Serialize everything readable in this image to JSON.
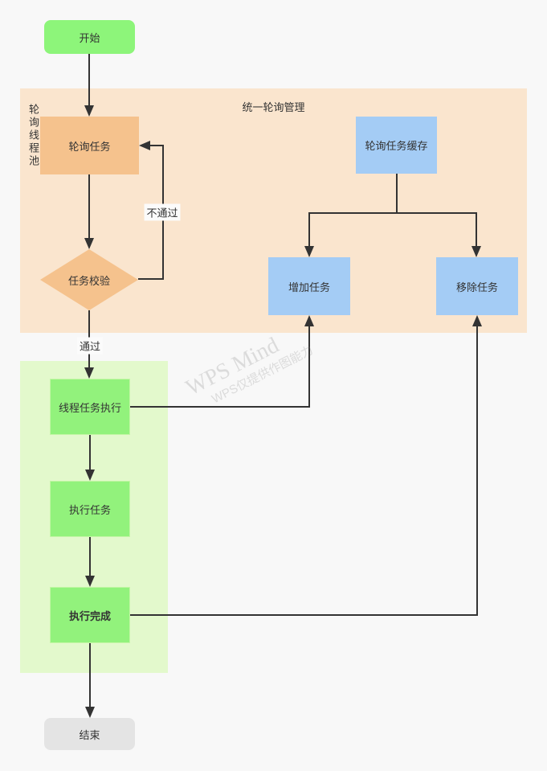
{
  "page": {
    "background": "#f8f8f8"
  },
  "watermark": {
    "line1": "WPS Mind",
    "line2": "WPS仅提供作图能力"
  },
  "containers": {
    "polling_management": {
      "title": "统一轮询管理",
      "color": "#fae5ce"
    },
    "thread_pool": {
      "title": "轮询线程池",
      "color": "#e3f9cc"
    }
  },
  "nodes": {
    "start": {
      "label": "开始",
      "type": "terminal",
      "color": "#8df57a"
    },
    "poll_task": {
      "label": "轮询任务",
      "type": "process",
      "color": "#f5c28d"
    },
    "task_check": {
      "label": "任务校验",
      "type": "decision",
      "color": "#f5c28d"
    },
    "poll_task_cache": {
      "label": "轮询任务缓存",
      "type": "process",
      "color": "#a4ccf5"
    },
    "add_task": {
      "label": "增加任务",
      "type": "process",
      "color": "#a4ccf5"
    },
    "remove_task": {
      "label": "移除任务",
      "type": "process",
      "color": "#a4ccf5"
    },
    "thread_task_exec": {
      "label": "线程任务执行",
      "type": "process",
      "color": "#92f27c"
    },
    "exec_task": {
      "label": "执行任务",
      "type": "process",
      "color": "#92f27c"
    },
    "exec_complete": {
      "label": "执行完成",
      "type": "process",
      "color": "#92f27c"
    },
    "end": {
      "label": "结束",
      "type": "terminal",
      "color": "#e4e4e4"
    }
  },
  "edge_labels": {
    "fail": "不通过",
    "pass": "通过"
  },
  "colors": {
    "line": "#333333",
    "text": "#333333"
  }
}
